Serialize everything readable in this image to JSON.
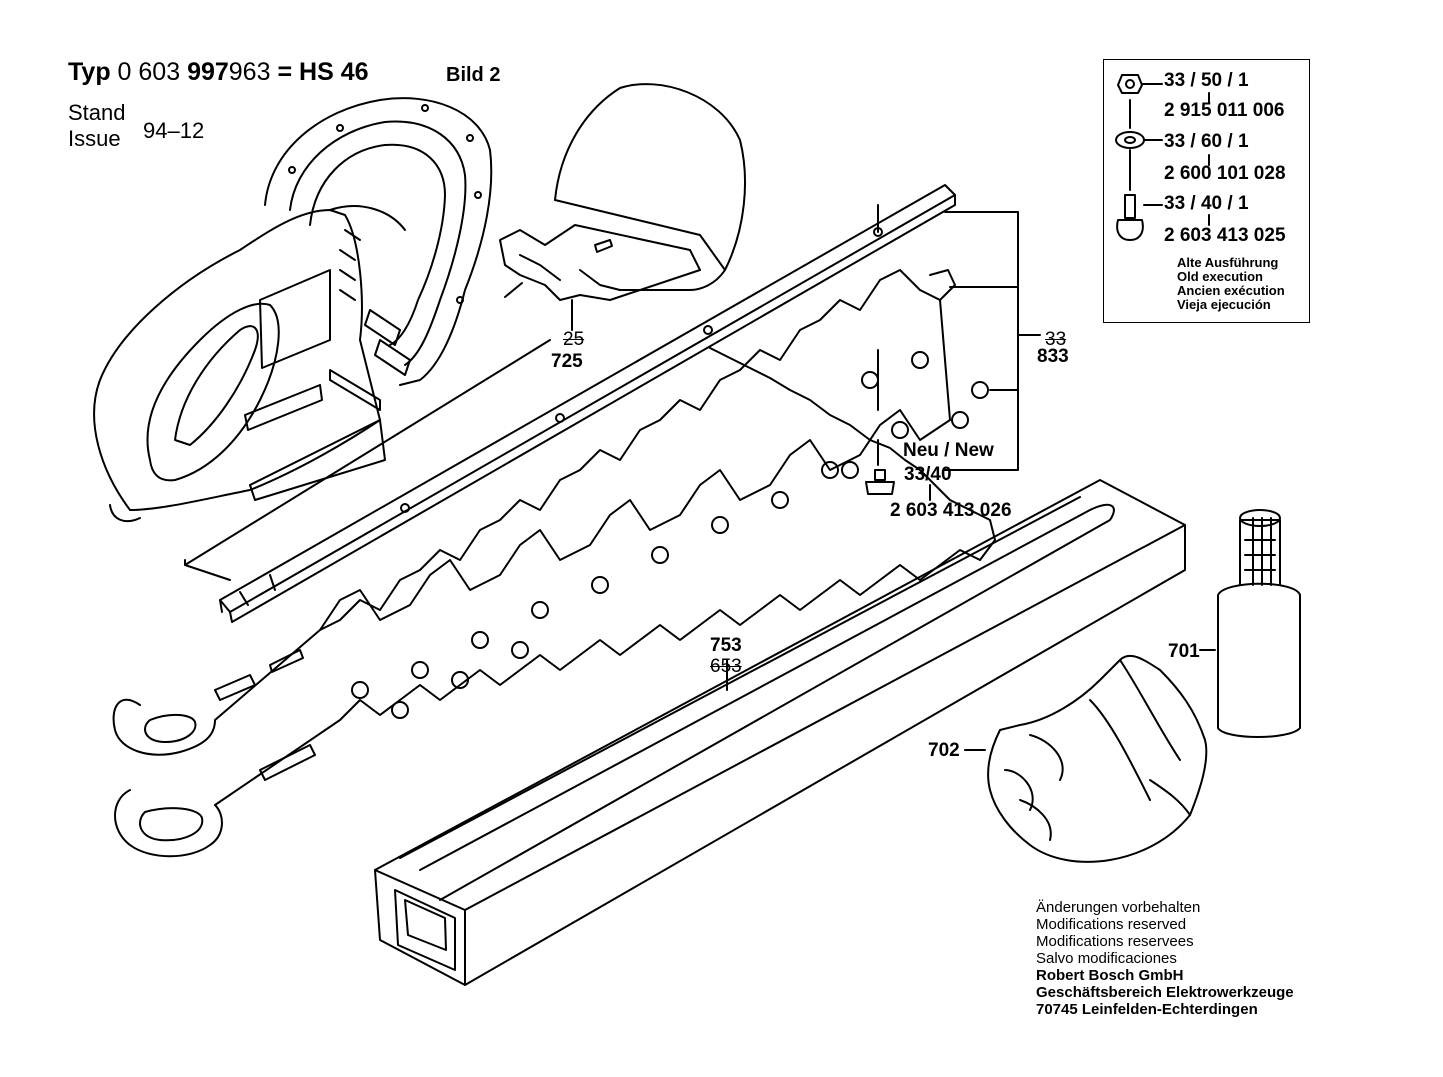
{
  "header": {
    "typ_label": "Typ",
    "typ_number_plain": "0 603",
    "typ_number_bold": "997",
    "typ_number_end": "963",
    "equals": "=",
    "model": "HS 46",
    "bild": "Bild 2",
    "stand_label": "Stand",
    "issue_label": "Issue",
    "issue_value": "94–12"
  },
  "legend": {
    "items": [
      {
        "ref": "33 / 50 / 1",
        "part_number": "2 915 011 006",
        "icon": "nut-icon"
      },
      {
        "ref": "33 / 60 / 1",
        "part_number": "2 600 101 028",
        "icon": "washer-icon"
      },
      {
        "ref": "33 / 40 / 1",
        "part_number": "2 603 413 025",
        "icon": "screw-icon"
      }
    ],
    "old_execution": [
      "Alte Ausführung",
      "Old execution",
      "Ancien exécution",
      "Vieja ejecución"
    ]
  },
  "callouts": {
    "c25": "25",
    "c725": "725",
    "c33": "33",
    "c833": "833",
    "neu_new": "Neu / New",
    "c33_40": "33/40",
    "new_screw_pn": "2 603 413 026",
    "c753": "753",
    "c653": "653",
    "c701": "701",
    "c702": "702"
  },
  "footer": {
    "lines": [
      "Änderungen vorbehalten",
      "Modifications reserved",
      "Modifications reservees",
      "Salvo modificaciones"
    ],
    "company": [
      "Robert Bosch GmbH",
      "Geschäftsbereich Elektrowerkzeuge",
      "70745 Leinfelden-Echterdingen"
    ]
  }
}
